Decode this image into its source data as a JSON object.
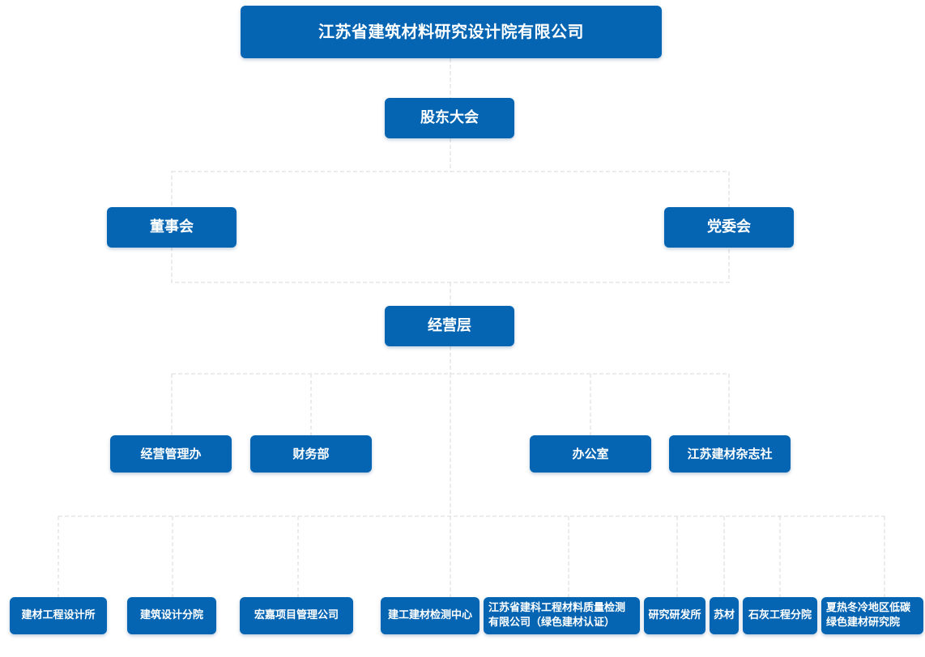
{
  "company": "江苏省建筑材料研究设计院有限公司",
  "level1": "股东大会",
  "board": {
    "left": "董事会",
    "right": "党委会"
  },
  "management": "经营层",
  "departments": [
    "经营管理办",
    "财务部",
    "办公室",
    "江苏建材杂志社"
  ],
  "units": [
    "建材工程设计所",
    "建筑设计分院",
    "宏嘉项目管理公司",
    "建工建材检测中心",
    "江苏省建科工程材料质量检测有限公司（绿色建材认证）",
    "研究研发所",
    "苏材",
    "石灰工程分院",
    "夏热冬冷地区低碳绿色建材研究院"
  ]
}
